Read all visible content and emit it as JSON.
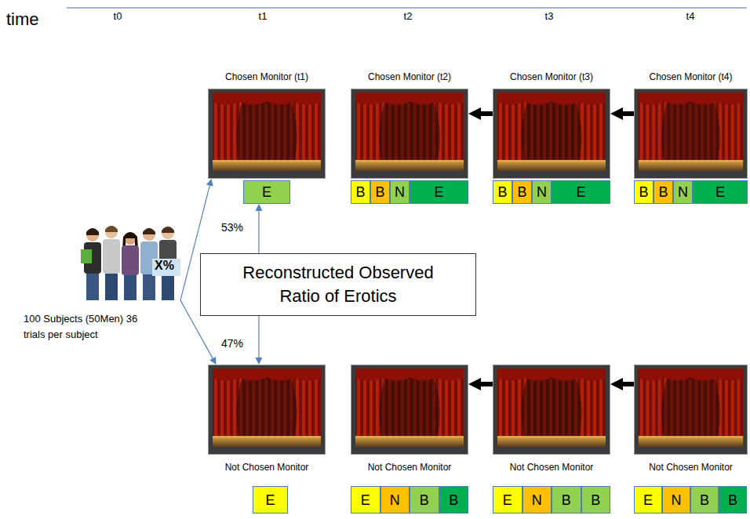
{
  "diagram": {
    "nodes": [
      {
        "text": [
          "Chosen Monitor (t1)"
        ]
      },
      {
        "text": [
          "Chosen Monitor (t2)"
        ]
      },
      {
        "text": [
          "Chosen Monitor (t3)"
        ]
      },
      {
        "text": [
          "Chosen Monitor (t4)"
        ]
      },
      {
        "text": [
          "E"
        ]
      },
      {
        "text": [
          "B"
        ]
      },
      {
        "text": [
          "B"
        ]
      },
      {
        "text": [
          "N"
        ]
      },
      {
        "text": [
          "E"
        ]
      },
      {
        "text": [
          "B"
        ]
      },
      {
        "text": [
          "B"
        ]
      },
      {
        "text": [
          "N"
        ]
      },
      {
        "text": [
          "E"
        ]
      },
      {
        "text": [
          "B"
        ]
      },
      {
        "text": [
          "B"
        ]
      },
      {
        "text": [
          "N"
        ]
      },
      {
        "text": [
          "E"
        ]
      },
      {
        "text": [
          "X%",
          "100 Subjects (50Men) 36 trials per subject"
        ]
      },
      {
        "text": [
          "Reconstructed Observed Ratio of Erotics"
        ]
      },
      {
        "text": [
          "Not Chosen Monitor"
        ]
      },
      {
        "text": [
          "Not Chosen Monitor"
        ]
      },
      {
        "text": [
          "Not Chosen Monitor"
        ]
      },
      {
        "text": [
          "Not Chosen Monitor"
        ]
      },
      {
        "text": [
          "E"
        ]
      },
      {
        "text": [
          "E"
        ]
      },
      {
        "text": [
          "N"
        ]
      },
      {
        "text": [
          "B"
        ]
      },
      {
        "text": [
          "B"
        ]
      },
      {
        "text": [
          "E"
        ]
      },
      {
        "text": [
          "N"
        ]
      },
      {
        "text": [
          "B"
        ]
      },
      {
        "text": [
          "B"
        ]
      },
      {
        "text": [
          "E"
        ]
      },
      {
        "text": [
          "N"
        ]
      },
      {
        "text": [
          "B"
        ]
      },
      {
        "text": [
          "B"
        ]
      }
    ],
    "edges": [
      {
        "from": 17,
        "to": 0,
        "arrow": "to"
      },
      {
        "from": 17,
        "to": 19,
        "arrow": "to"
      },
      {
        "from": 18,
        "to": 4,
        "label": "53%",
        "arrow": "to"
      },
      {
        "from": 18,
        "to": 19,
        "label": "47%",
        "arrow": "to"
      },
      {
        "from": 2,
        "to": 1,
        "arrow": "to"
      },
      {
        "from": 3,
        "to": 2,
        "arrow": "to"
      },
      {
        "from": 21,
        "to": 20,
        "arrow": "to"
      },
      {
        "from": 22,
        "to": 21,
        "arrow": "to"
      }
    ],
    "labels": [
      "time",
      "t0",
      "t1",
      "t2",
      "t3",
      "t4"
    ]
  }
}
